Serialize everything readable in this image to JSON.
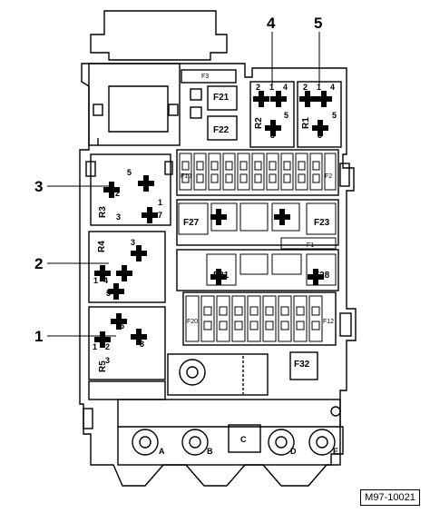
{
  "callouts": [
    "1",
    "2",
    "3",
    "4",
    "5"
  ],
  "relays": {
    "r1": "R1",
    "r2": "R2",
    "r3": "R3",
    "r4": "R4",
    "r5": "R5"
  },
  "fuses": {
    "f10": "F10",
    "f12": "F12",
    "f20": "F20",
    "f21": "F21",
    "f22": "F22",
    "f23": "F23",
    "f27": "F27",
    "f28": "F28",
    "f31": "F31",
    "f32": "F32"
  },
  "small_labels": {
    "f1": "F1",
    "f2": "F2",
    "f3": "F3"
  },
  "pins": {
    "p1": "1",
    "p2": "2",
    "p3": "3",
    "p4": "4",
    "p5": "5",
    "p7": "7"
  },
  "terminals": [
    "A",
    "B",
    "C",
    "D",
    "E"
  ],
  "reference": "M97-10021"
}
